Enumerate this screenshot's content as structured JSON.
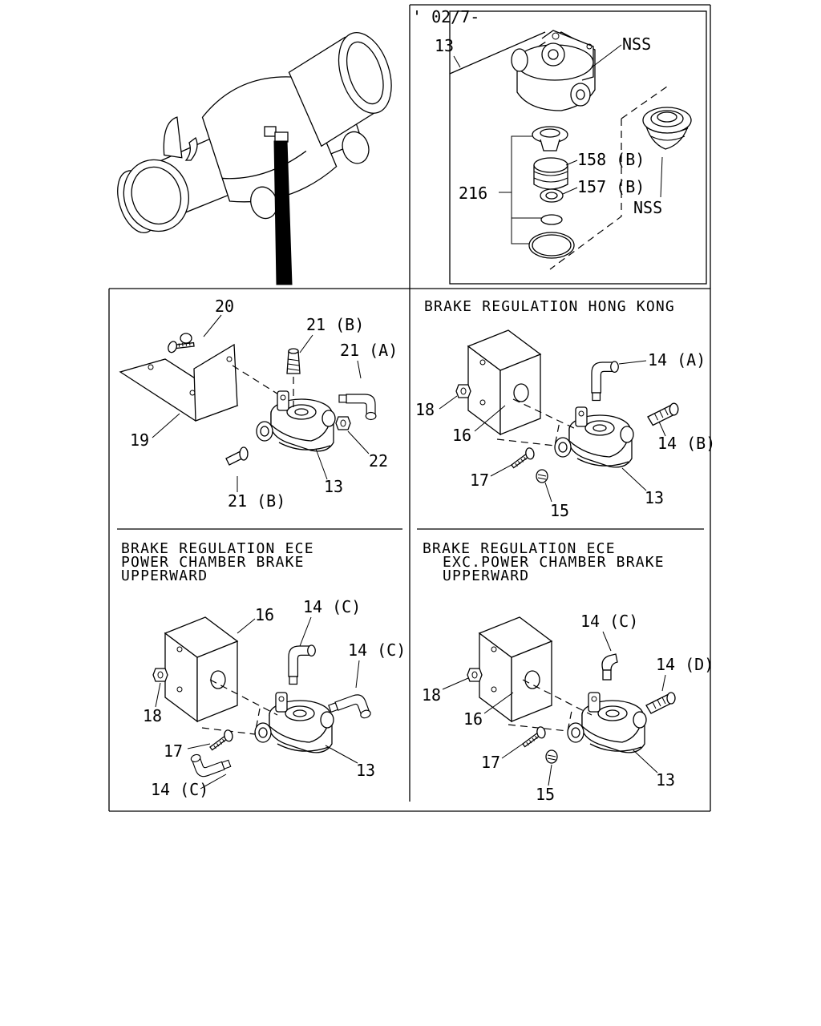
{
  "revision": "' 02/7-",
  "detail": {
    "labels": {
      "part13": "13",
      "nss_top": "NSS",
      "nss_side": "NSS",
      "part158": "158 (B)",
      "part157": "157 (B)",
      "part216": "216"
    }
  },
  "panel_main": {
    "labels": {
      "p20": "20",
      "p21b_top": "21 (B)",
      "p21a": "21 (A)",
      "p19": "19",
      "p22": "22",
      "p13": "13",
      "p21b_bottom": "21 (B)"
    }
  },
  "panel_hk": {
    "header_line1": "BRAKE REGULATION HONG KONG",
    "labels": {
      "p14a": "14 (A)",
      "p18": "18",
      "p16": "16",
      "p14b": "14 (B)",
      "p17": "17",
      "p15": "15",
      "p13": "13"
    }
  },
  "panel_ece_power": {
    "header_line1": "BRAKE REGULATION ECE",
    "header_line2": "POWER CHAMBER BRAKE",
    "header_line3": "UPPERWARD",
    "labels": {
      "p16": "16",
      "p14c_top": "14 (C)",
      "p14c_right": "14 (C)",
      "p18": "18",
      "p17": "17",
      "p14c_bottom": "14 (C)",
      "p13": "13"
    }
  },
  "panel_ece_exc": {
    "header_line1": "BRAKE REGULATION ECE",
    "header_line2": "EXC.POWER CHAMBER BRAKE",
    "header_line3": "UPPERWARD",
    "labels": {
      "p14c": "14 (C)",
      "p14d": "14 (D)",
      "p18": "18",
      "p16": "16",
      "p17": "17",
      "p15": "15",
      "p13": "13"
    }
  }
}
